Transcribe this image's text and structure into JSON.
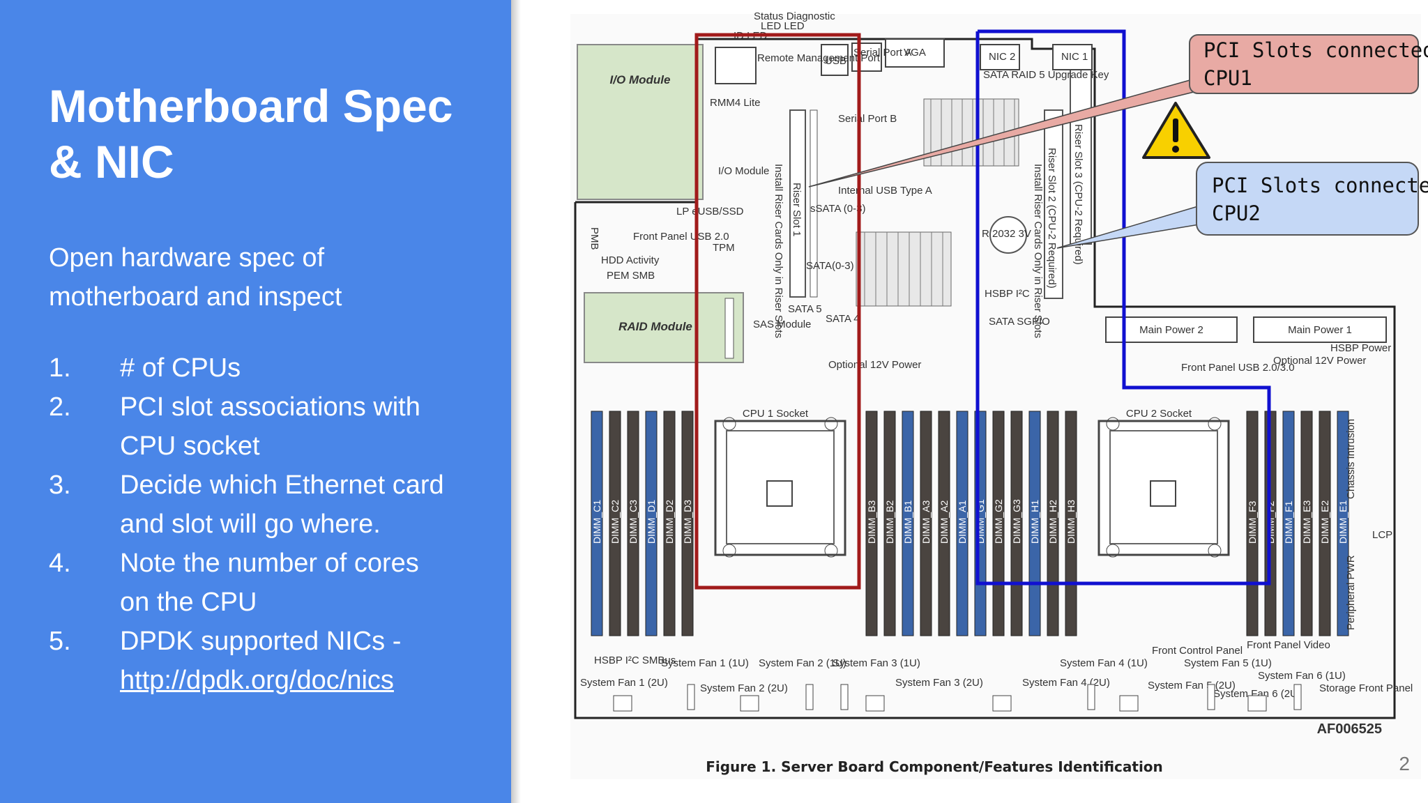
{
  "slide": {
    "title_lines": [
      "Motherboard Spec",
      "& NIC"
    ],
    "subtitle_lines": [
      "Open hardware spec of",
      "motherboard and inspect"
    ],
    "steps": [
      {
        "num": "1.",
        "lines": [
          "#  of CPUs"
        ]
      },
      {
        "num": "2.",
        "lines": [
          "PCI slot associations with",
          "CPU socket"
        ]
      },
      {
        "num": "3.",
        "lines": [
          "Decide which Ethernet card",
          "and slot will go where."
        ]
      },
      {
        "num": "4.",
        "lines": [
          "Note the number of cores",
          "on the CPU"
        ]
      },
      {
        "num": "5.",
        "lines": [
          "DPDK supported NICs -"
        ],
        "link": "http://dpdk.org/doc/nics"
      }
    ],
    "page_number": "2",
    "colors": {
      "panel": "#4a86e8",
      "cpu1_box": "#a11b1b",
      "cpu2_box": "#1010d0",
      "dimm_blue": "#3b65a8",
      "dimm_dark": "#4a4440"
    }
  },
  "figure": {
    "caption": "Figure 1. Server Board Component/Features Identification",
    "code": "AF006525",
    "callouts": {
      "cpu1": [
        "PCI Slots connected to",
        "CPU1"
      ],
      "cpu2": [
        "PCI Slots connected to",
        "CPU2"
      ]
    },
    "warning_icon": "warning-triangle-icon",
    "labels": {
      "io_module": "I/O Module",
      "raid_module": "RAID Module",
      "cpu1_socket": "CPU 1 Socket",
      "cpu2_socket": "CPU 2 Socket",
      "main_power_1": "Main Power 1",
      "main_power_2": "Main Power 2",
      "vga": "VGA",
      "usb": "USB",
      "nic1": "NIC 1",
      "nic2": "NIC 2",
      "status_led": "Status  Diagnostic",
      "led": "LED  LED",
      "id_led": "ID LED",
      "serial_a": "Serial Port A",
      "remote_mgmt": "Remote Management Port",
      "rmm4": "RMM4 Lite",
      "serial_b": "Serial Port B",
      "io_module_conn": "I/O Module",
      "internal_usb": "Internal USB Type A",
      "ssata": "sSATA (0-3)",
      "sata03": "SATA(0-3)",
      "sata5": "SATA 5",
      "sata4": "SATA 4",
      "lp_usb": "LP eUSB/SSD",
      "tpm": "TPM",
      "fp_usb20": "Front Panel USB 2.0",
      "hdd_activity": "HDD Activity",
      "pem_smb": "PEM SMB",
      "pmbus": "PMB",
      "sas_module": "SAS Module",
      "opt_12v": "Optional 12V Power",
      "opt_12v_2": "Optional 12V Power",
      "hsbp_i2c": "HSBP I²C",
      "sata_sgpio": "SATA SGPIO",
      "sata_raid": "SATA RAID 5 Upgrade Key",
      "battery": "R 2032 3V",
      "hsbp_power": "HSBP Power",
      "fp_usb30": "Front Panel USB 2.0/3.0",
      "lcp": "LCP",
      "chassis_intrusion": "Chassis Intrusion",
      "peripheral_pwr": "Peripheral PWR",
      "front_control_panel": "Front Control Panel",
      "front_panel_video": "Front Panel Video",
      "storage_front_panel": "Storage Front Panel",
      "hsbp_smbus": "HSBP I²C SMBus",
      "riser1": "Install Riser Cards Only in Riser Slots",
      "riser1b": "Riser Slot 1",
      "riser2": "Install Riser Cards Only in Riser Slots",
      "riser2b": "Riser Slot 2  (CPU-2 Required)",
      "riser3": "Riser Slot 3  (CPU-2 Required)",
      "fans": [
        "System Fan 1 (2U)",
        "System Fan 1 (1U)",
        "System Fan 2 (2U)",
        "System Fan 2 (1U)",
        "System Fan 3 (1U)",
        "System Fan 3 (2U)",
        "System Fan 4 (2U)",
        "System Fan 4 (1U)",
        "System Fan 5 (2U)",
        "System Fan 5 (1U)",
        "System Fan 6 (2U)",
        "System Fan 6 (1U)"
      ]
    },
    "dimms": {
      "left": [
        "DIMM_C1",
        "DIMM_C2",
        "DIMM_C3",
        "DIMM_D1",
        "DIMM_D2",
        "DIMM_D3"
      ],
      "middle": [
        "DIMM_B3",
        "DIMM_B2",
        "DIMM_B1",
        "DIMM_A3",
        "DIMM_A2",
        "DIMM_A1",
        "DIMM_G1",
        "DIMM_G2",
        "DIMM_G3",
        "DIMM_H1",
        "DIMM_H2",
        "DIMM_H3"
      ],
      "right": [
        "DIMM_F3",
        "DIMM_F2",
        "DIMM_F1",
        "DIMM_E3",
        "DIMM_E2",
        "DIMM_E1"
      ]
    }
  }
}
